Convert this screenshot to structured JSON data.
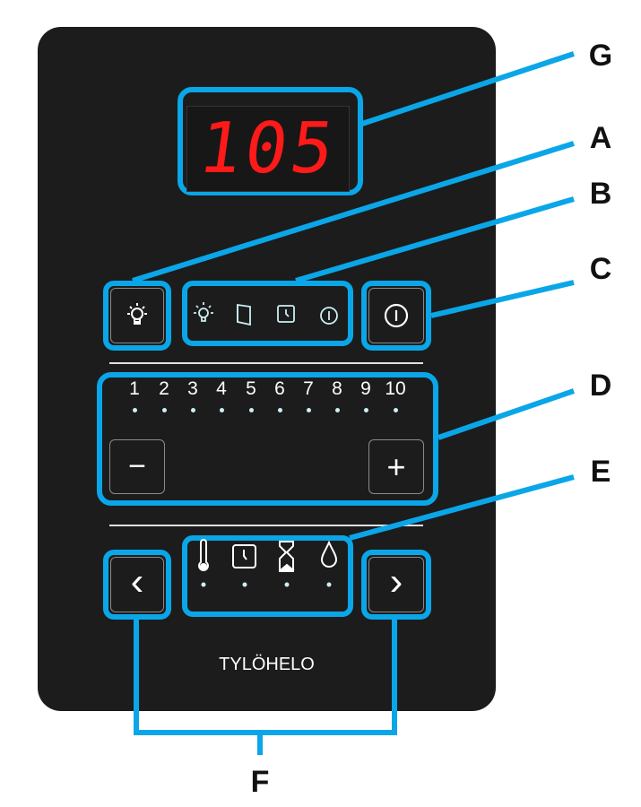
{
  "display": {
    "value": "105",
    "color": "#ff1a1a"
  },
  "labels": {
    "g": "G",
    "a": "A",
    "b": "B",
    "c": "C",
    "d": "D",
    "e": "E",
    "f": "F"
  },
  "indicators_top": [
    "light-icon",
    "door-icon",
    "clock-icon",
    "power-icon"
  ],
  "levels": [
    "1",
    "2",
    "3",
    "4",
    "5",
    "6",
    "7",
    "8",
    "9",
    "10"
  ],
  "buttons": {
    "minus": "−",
    "plus": "+",
    "prev": "‹",
    "next": "›"
  },
  "modes": [
    "thermometer-icon",
    "clock-icon",
    "hourglass-icon",
    "drop-icon"
  ],
  "brand": "TYLÖHELO",
  "accent": "#0aa6e8"
}
